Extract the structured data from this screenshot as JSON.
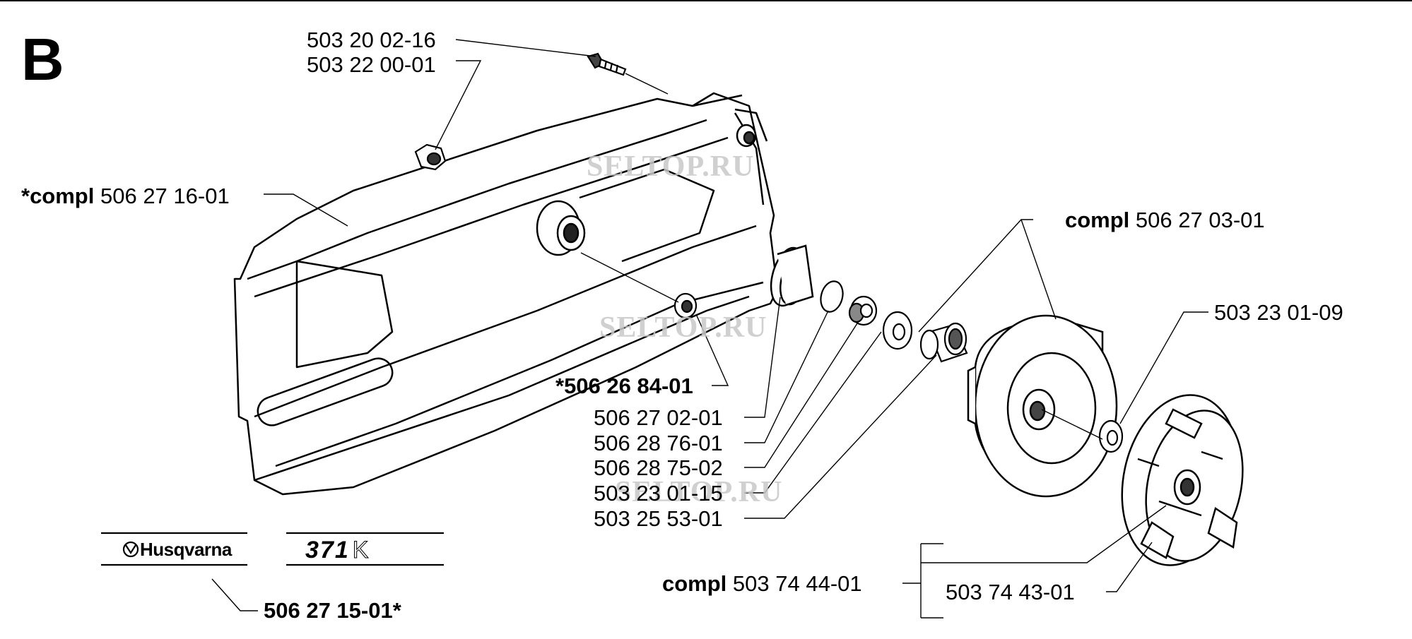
{
  "section_letter": "B",
  "watermark": "SELTOP.RU",
  "decals": {
    "brand": "Husqvarna",
    "model": "371",
    "model_suffix": "K"
  },
  "parts": {
    "screw": "503 20 02-16",
    "nut": "503 22 00-01",
    "cover_compl_prefix": "*compl",
    "cover_compl": "506 27 16-01",
    "bushing": "*506 26 84-01",
    "cup": "506 27 02-01",
    "ring": "506 28 76-01",
    "spacer": "506 28 75-02",
    "washer": "503 23 01-15",
    "bearing": "503 25 53-01",
    "drum_compl_prefix": "compl",
    "drum_compl": "506 27 03-01",
    "clutch_washer": "503 23 01-09",
    "clutch_compl_prefix": "compl",
    "clutch_compl": "503 74 44-01",
    "clutch_shoe": "503 74 43-01",
    "decal_set": "506 27 15-01*"
  }
}
